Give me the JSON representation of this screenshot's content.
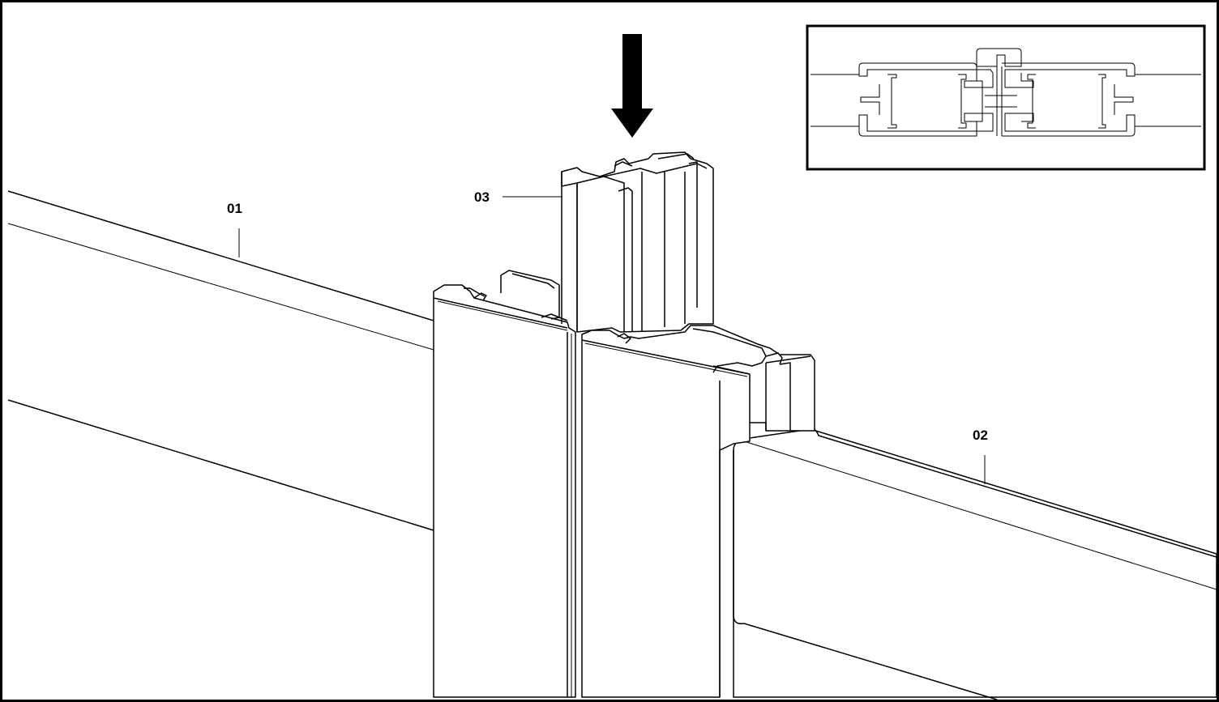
{
  "labels": {
    "part_01": "01",
    "part_02": "02",
    "part_03": "03"
  },
  "colors": {
    "line": "#000000",
    "background": "#ffffff"
  },
  "icons": {
    "insert_direction": "arrow-down-icon"
  }
}
